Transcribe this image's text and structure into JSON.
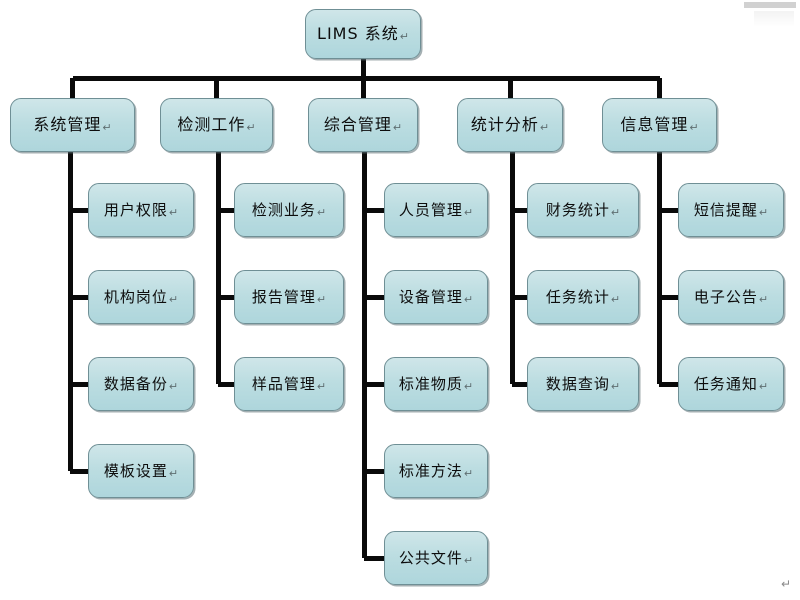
{
  "diagram": {
    "type": "organization-tree",
    "title": "LIMS 系统",
    "pilcrow_glyph": "↵",
    "colors": {
      "node_fill_top": "#cfe6e9",
      "node_fill_bottom": "#aed6dc",
      "node_border": "#6f8f95",
      "connector": "#0a0a0a",
      "background": "#ffffff",
      "text": "#0d0d0d"
    },
    "root": {
      "label": "LIMS 系统"
    },
    "branches": [
      {
        "label": "系统管理",
        "children": [
          {
            "label": "用户权限"
          },
          {
            "label": "机构岗位"
          },
          {
            "label": "数据备份"
          },
          {
            "label": "模板设置"
          }
        ]
      },
      {
        "label": "检测工作",
        "children": [
          {
            "label": "检测业务"
          },
          {
            "label": "报告管理"
          },
          {
            "label": "样品管理"
          }
        ]
      },
      {
        "label": "综合管理",
        "children": [
          {
            "label": "人员管理"
          },
          {
            "label": "设备管理"
          },
          {
            "label": "标准物质"
          },
          {
            "label": "标准方法"
          },
          {
            "label": "公共文件"
          }
        ]
      },
      {
        "label": "统计分析",
        "children": [
          {
            "label": "财务统计"
          },
          {
            "label": "任务统计"
          },
          {
            "label": "数据查询"
          }
        ]
      },
      {
        "label": "信息管理",
        "children": [
          {
            "label": "短信提醒"
          },
          {
            "label": "电子公告"
          },
          {
            "label": "任务通知"
          }
        ]
      }
    ]
  },
  "page": {
    "end_mark": "↵"
  }
}
